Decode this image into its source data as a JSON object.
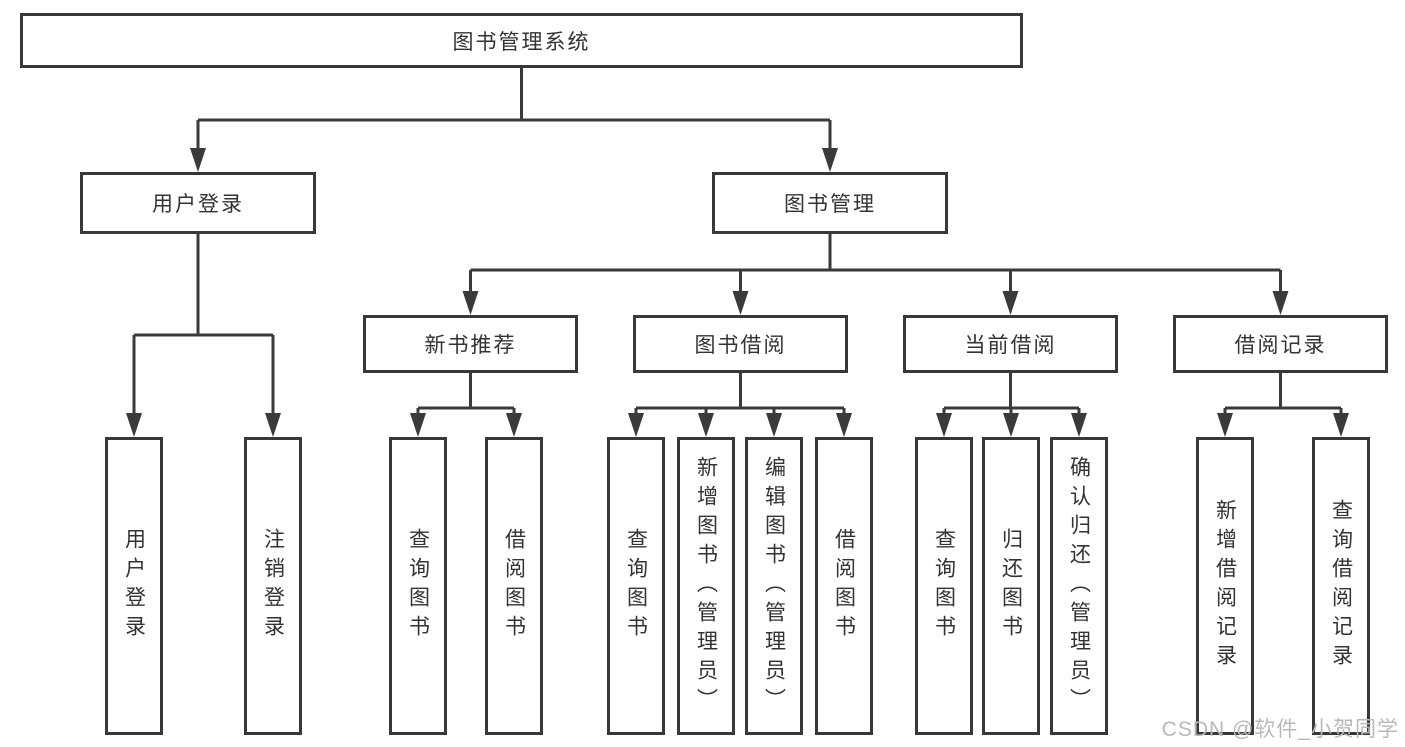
{
  "tree": {
    "root": {
      "label": "图书管理系统"
    },
    "branches": [
      {
        "label": "用户登录",
        "children": [
          {
            "label": "用户登录"
          },
          {
            "label": "注销登录"
          }
        ]
      },
      {
        "label": "图书管理",
        "children": [
          {
            "label": "新书推荐",
            "children": [
              {
                "label": "查询图书"
              },
              {
                "label": "借阅图书"
              }
            ]
          },
          {
            "label": "图书借阅",
            "children": [
              {
                "label": "查询图书"
              },
              {
                "label": "新增图书（管理员）"
              },
              {
                "label": "编辑图书（管理员）"
              },
              {
                "label": "借阅图书"
              }
            ]
          },
          {
            "label": "当前借阅",
            "children": [
              {
                "label": "查询图书"
              },
              {
                "label": "归还图书"
              },
              {
                "label": "确认归还（管理员）"
              }
            ]
          },
          {
            "label": "借阅记录",
            "children": [
              {
                "label": "新增借阅记录"
              },
              {
                "label": "查询借阅记录"
              }
            ]
          }
        ]
      }
    ]
  },
  "watermark": {
    "text": "CSDN @软件_小贺同学"
  },
  "colors": {
    "box_border": "#383838",
    "box_text": "#333333",
    "connector": "#3a3a3a",
    "watermark": "#b9b9b9",
    "background": "#ffffff"
  }
}
